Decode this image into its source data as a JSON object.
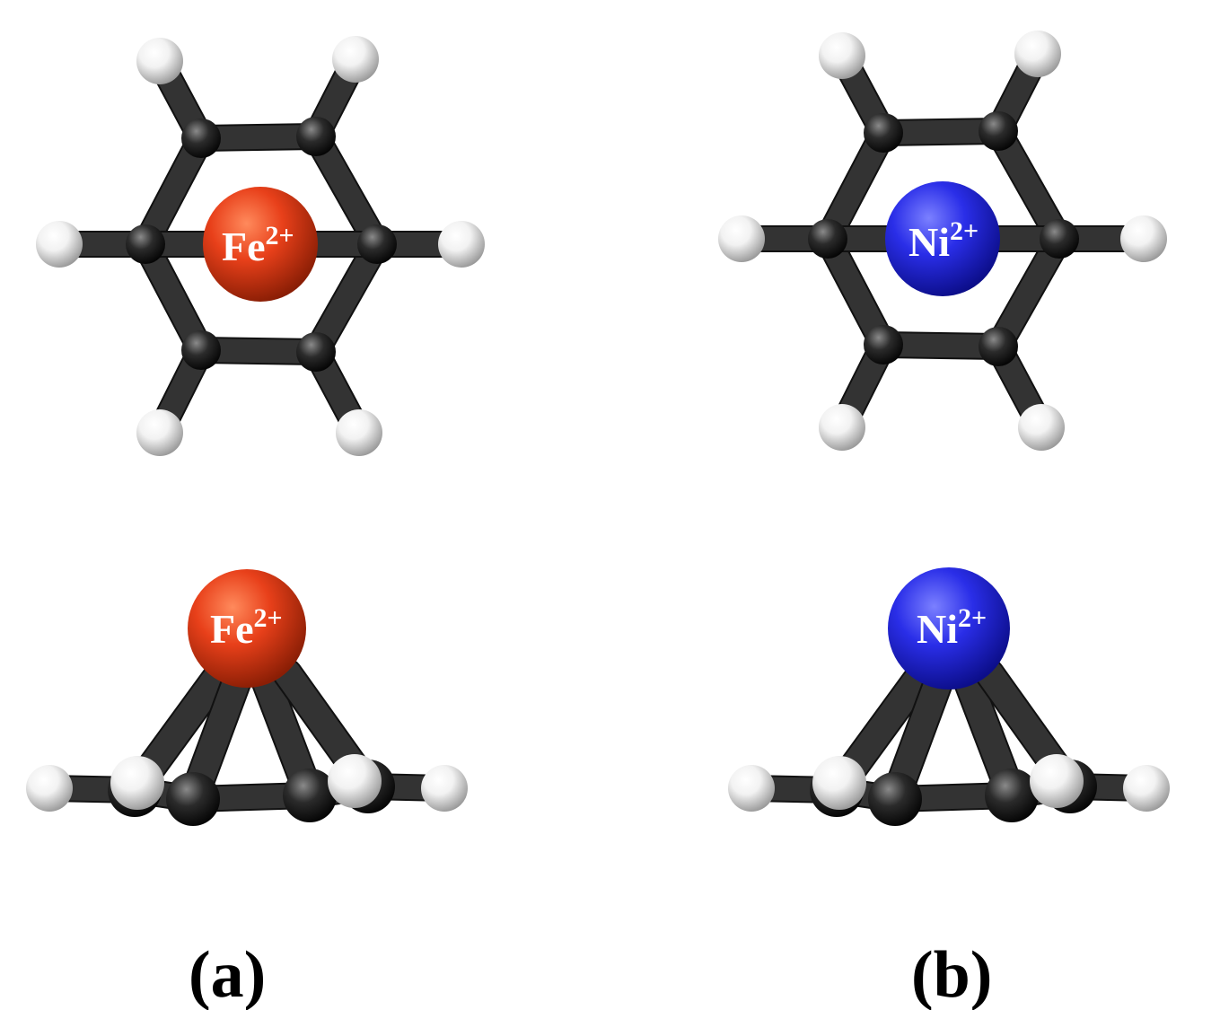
{
  "panels": [
    {
      "id": "a",
      "label": "(a)",
      "metal": {
        "symbol": "Fe",
        "charge": "2+",
        "color": "#e8401a",
        "color_dark": "#8a1e05",
        "color_light": "#ff8a5c"
      }
    },
    {
      "id": "b",
      "label": "(b)",
      "metal": {
        "symbol": "Ni",
        "charge": "2+",
        "color": "#2a2ee8",
        "color_dark": "#0c0e8a",
        "color_light": "#7b80ff"
      }
    }
  ],
  "atom_colors": {
    "carbon": "#2b2b2b",
    "hydrogen": "#f2f2f2",
    "bond": "#333333"
  },
  "views": [
    "top-view",
    "side-view"
  ]
}
